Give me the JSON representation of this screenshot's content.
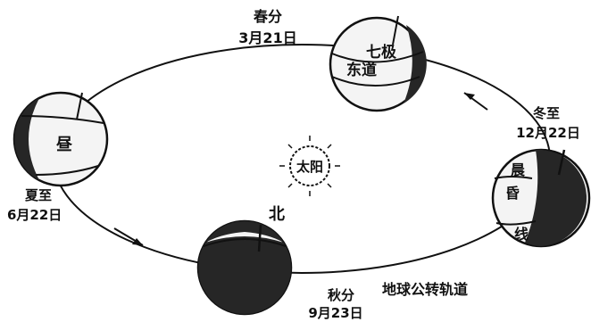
{
  "colors": {
    "ink": "#111111",
    "night": "#262626",
    "paper": "#ffffff"
  },
  "sun": {
    "label": "太阳"
  },
  "orbit": {
    "label": "地球公转轨道"
  },
  "positions": {
    "spring": {
      "name": "春分",
      "date": "3月21日",
      "globe_text_1": "七极",
      "globe_text_2": "东道"
    },
    "summer": {
      "name": "夏至",
      "date": "6月22日",
      "globe_text": "昼"
    },
    "autumn": {
      "name": "秋分",
      "date": "9月23日",
      "globe_text": "北"
    },
    "winter": {
      "name": "冬至",
      "date": "12月22日",
      "globe_text_1": "晨",
      "globe_text_2": "昏",
      "globe_text_3": "线"
    }
  }
}
